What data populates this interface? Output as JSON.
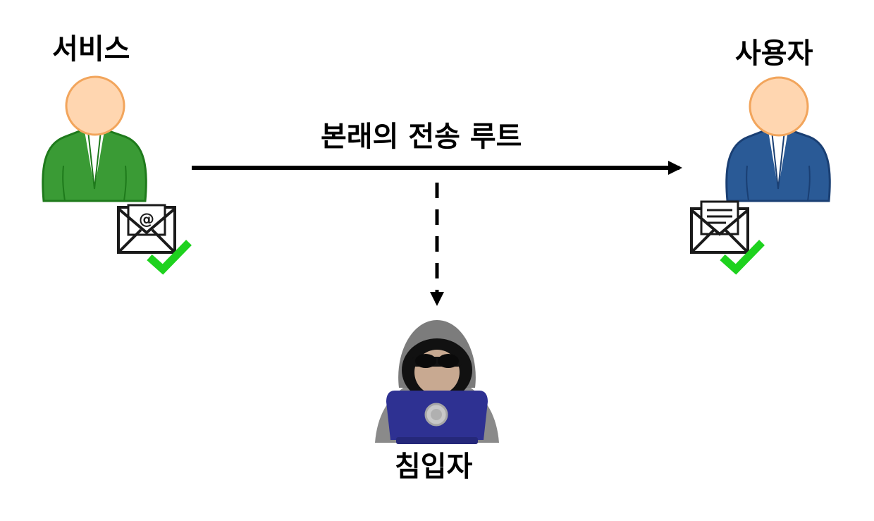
{
  "nodes": {
    "service": {
      "label": "서비스",
      "color": "#3a9b35",
      "dark": "#1e7a1b"
    },
    "user": {
      "label": "사용자",
      "color": "#2a5a96",
      "dark": "#1a3f73"
    },
    "intruder": {
      "label": "침입자",
      "hood": "#7c7c7c",
      "laptop": "#2e3192"
    }
  },
  "route": {
    "label": "본래의 전송 루트"
  },
  "colors": {
    "skin": "#ffd6b0",
    "skin_outline": "#f2a55c",
    "check": "#1ed21e",
    "arrow": "#000000"
  },
  "icons": {
    "service_envelope": "email-at-envelope-icon",
    "user_envelope": "open-letter-envelope-icon",
    "check": "check-mark-icon"
  }
}
